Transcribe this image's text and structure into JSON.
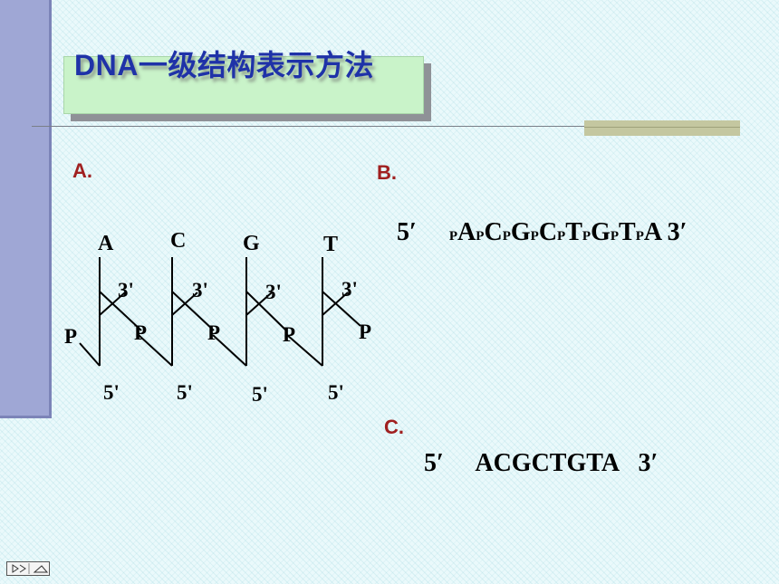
{
  "title": "DNA一级结构表示方法",
  "sections": {
    "a_label": "A.",
    "b_label": "B.",
    "c_label": "C."
  },
  "diagram_a": {
    "bases": [
      "A",
      "C",
      "G",
      "T"
    ],
    "phosphate_label": "P",
    "three_prime_label": "3'",
    "five_prime_label": "5'"
  },
  "sequence_b": {
    "start": "5′",
    "tokens": [
      {
        "text": "P",
        "sub": true
      },
      {
        "text": "A",
        "sub": false
      },
      {
        "text": "P",
        "sub": true
      },
      {
        "text": "C",
        "sub": false
      },
      {
        "text": "P",
        "sub": true
      },
      {
        "text": "G",
        "sub": false
      },
      {
        "text": "P",
        "sub": true
      },
      {
        "text": "C",
        "sub": false
      },
      {
        "text": "P",
        "sub": true
      },
      {
        "text": "T",
        "sub": false
      },
      {
        "text": "P",
        "sub": true
      },
      {
        "text": "G",
        "sub": false
      },
      {
        "text": "P",
        "sub": true
      },
      {
        "text": "T",
        "sub": false
      },
      {
        "text": "P",
        "sub": true
      },
      {
        "text": "A",
        "sub": false
      }
    ],
    "end": "3′"
  },
  "sequence_c": {
    "start": "5′",
    "body": "ACGCTGTA",
    "end": "3′"
  },
  "colors": {
    "title": "#1f32a8",
    "label": "#a02020",
    "title_bg": "#c9f3c9",
    "sidebar": "#9fa7d5"
  },
  "icons": {
    "nav": "slide-nav-icon"
  }
}
